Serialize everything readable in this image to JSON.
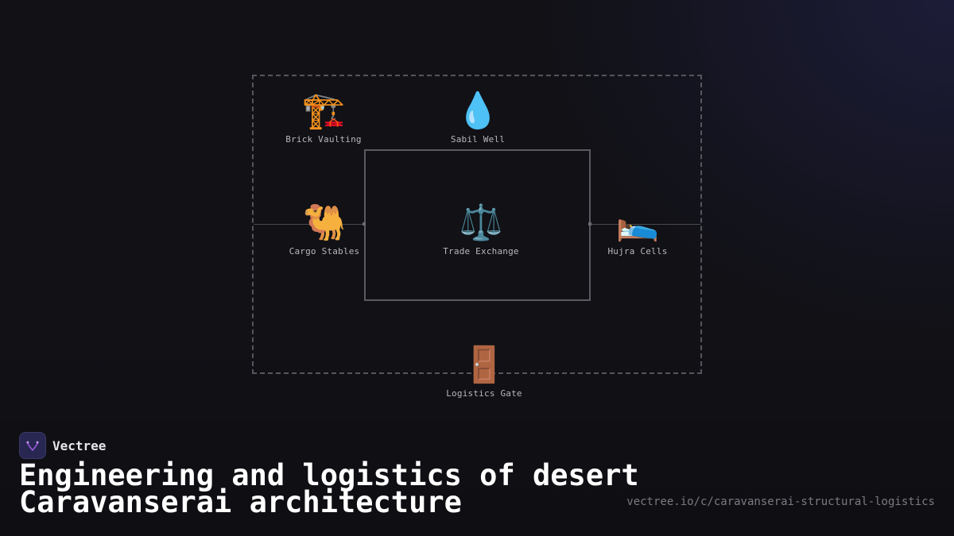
{
  "brand": {
    "name": "Vectree",
    "accent": "#9b5bd6"
  },
  "title_lines": [
    "Engineering and logistics of desert",
    "Caravanserai architecture"
  ],
  "url": "vectree.io/c/caravanserai-structural-logistics",
  "diagram": {
    "nodes": [
      {
        "id": "brick-vaulting",
        "label": "Brick Vaulting",
        "icon": "construction-crane",
        "glyph": "🏗️"
      },
      {
        "id": "sabil-well",
        "label": "Sabil Well",
        "icon": "water-droplet",
        "glyph": "💧"
      },
      {
        "id": "cargo-stables",
        "label": "Cargo Stables",
        "icon": "camel",
        "glyph": "🐫"
      },
      {
        "id": "trade-exchange",
        "label": "Trade Exchange",
        "icon": "balance-scale",
        "glyph": "⚖️"
      },
      {
        "id": "hujra-cells",
        "label": "Hujra Cells",
        "icon": "person-in-bed",
        "glyph": "🛌"
      },
      {
        "id": "logistics-gate",
        "label": "Logistics Gate",
        "icon": "door",
        "glyph": "🚪"
      }
    ]
  }
}
